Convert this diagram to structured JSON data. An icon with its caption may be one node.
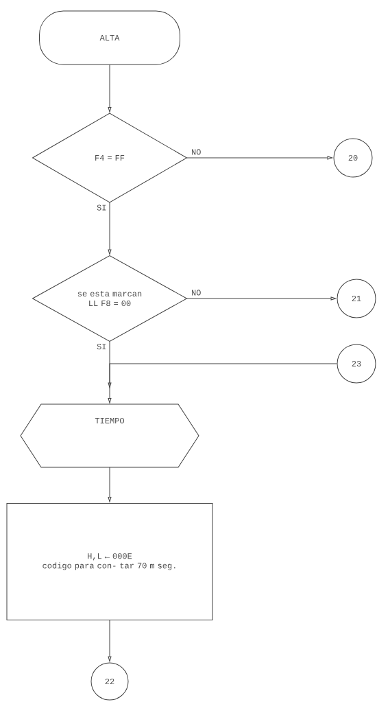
{
  "diagram": {
    "nodes": [
      {
        "text": [
          "ALTA"
        ]
      },
      {
        "text": [
          "F4 = FF"
        ]
      },
      {
        "text": [
          "20"
        ]
      },
      {
        "text": [
          "se esta marcan LL F8 = 00"
        ]
      },
      {
        "text": [
          "21"
        ]
      },
      {
        "text": [
          "23"
        ]
      },
      {
        "text": [
          "TIEMPO"
        ]
      },
      {
        "text": [
          "H,L ← 000E",
          "codigo para con- tar 70 m seg."
        ]
      },
      {
        "text": [
          "22"
        ]
      }
    ],
    "edges": [
      {
        "from": 0,
        "to": 1,
        "arrow": "to"
      },
      {
        "from": 1,
        "to": 2,
        "arrow": "to",
        "label": "NO"
      },
      {
        "from": 1,
        "to": 3,
        "arrow": "to",
        "label": "SI"
      },
      {
        "from": 3,
        "to": 4,
        "arrow": "to",
        "label": "NO"
      },
      {
        "from": 3,
        "to": 6,
        "arrow": "to",
        "label": "SI"
      },
      {
        "from": 5,
        "to": 6,
        "arrow": "to"
      },
      {
        "from": 6,
        "to": 7,
        "arrow": "to"
      },
      {
        "from": 7,
        "to": 8,
        "arrow": "to"
      }
    ]
  }
}
